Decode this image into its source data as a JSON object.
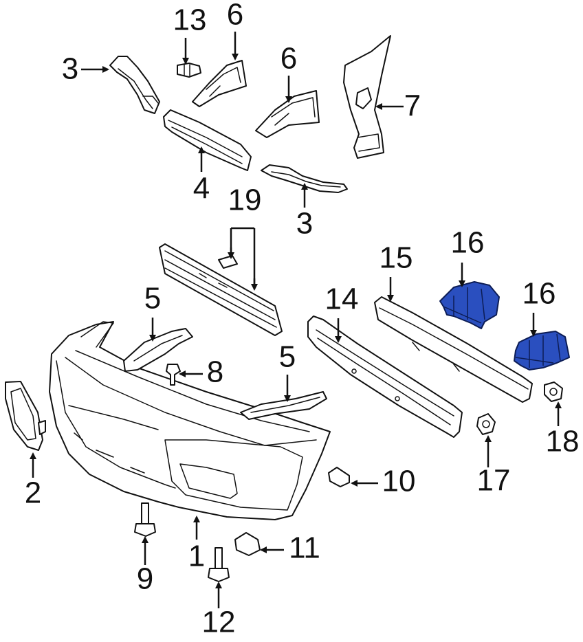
{
  "colors": {
    "line": "#111111",
    "highlight": "#2a4fbf",
    "background": "#ffffff"
  },
  "callouts": {
    "c1": "1",
    "c2": "2",
    "c3a": "3",
    "c3b": "3",
    "c4": "4",
    "c5a": "5",
    "c5b": "5",
    "c6a": "6",
    "c6b": "6",
    "c7": "7",
    "c8": "8",
    "c9": "9",
    "c10": "10",
    "c11": "11",
    "c12": "12",
    "c13": "13",
    "c14": "14",
    "c15": "15",
    "c16a": "16",
    "c16b": "16",
    "c17": "17",
    "c18": "18",
    "c19": "19"
  }
}
